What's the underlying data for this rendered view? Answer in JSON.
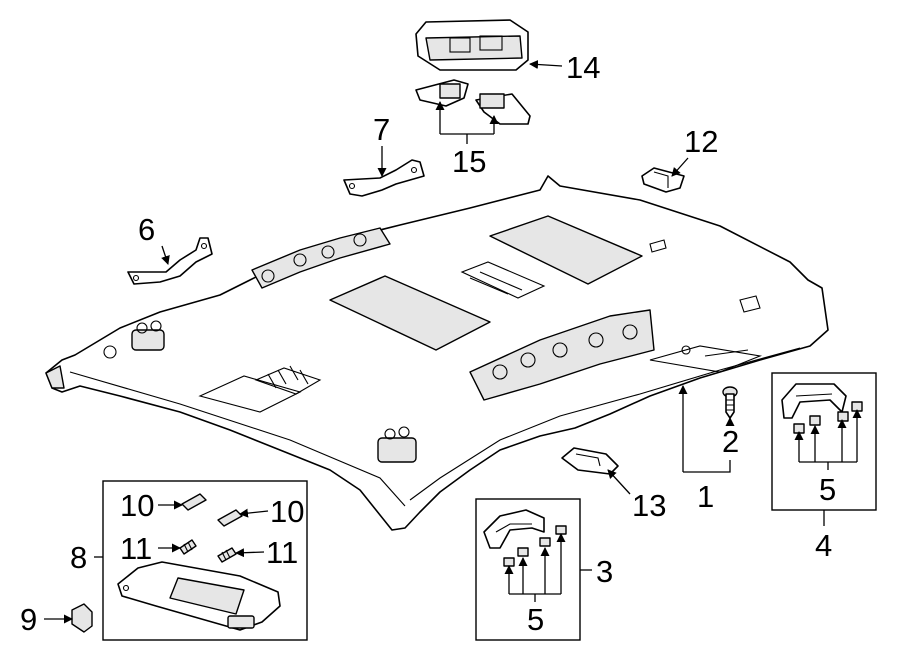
{
  "callouts": {
    "c1": "1",
    "c2": "2",
    "c3": "3",
    "c4": "4",
    "c5a": "5",
    "c5b": "5",
    "c6": "6",
    "c7": "7",
    "c8": "8",
    "c9": "9",
    "c10a": "10",
    "c10b": "10",
    "c11a": "11",
    "c11b": "11",
    "c12": "12",
    "c13": "13",
    "c14": "14",
    "c15": "15"
  }
}
